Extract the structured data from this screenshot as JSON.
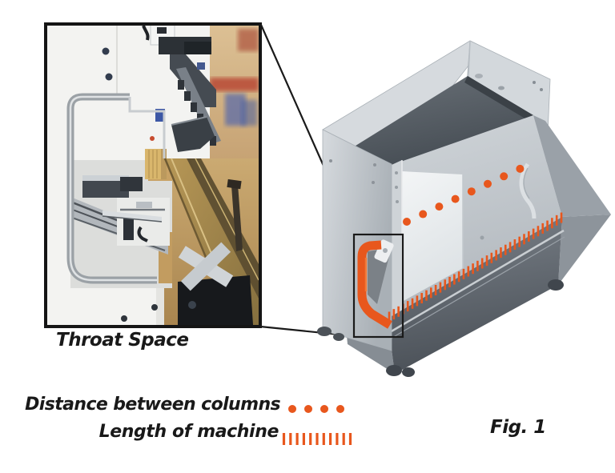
{
  "figure": {
    "caption": "Fig. 1"
  },
  "photo": {
    "caption": "Throat Space"
  },
  "legend": {
    "items": [
      {
        "label": "Distance between columns",
        "symbol": "orange-dots",
        "count": 4
      },
      {
        "label": "Length of machine",
        "symbol": "orange-hatch",
        "count": 11
      }
    ]
  },
  "indicators": {
    "distance_between_columns": {
      "style": "dotted-line",
      "dot_count": 8
    },
    "length_of_machine": {
      "style": "hatched-line",
      "bar_count": 38
    },
    "throat_space": {
      "style": "c-shaped-highlight"
    }
  },
  "colors": {
    "accent_orange": "#E8571D",
    "line_black": "#1A1A1A"
  }
}
